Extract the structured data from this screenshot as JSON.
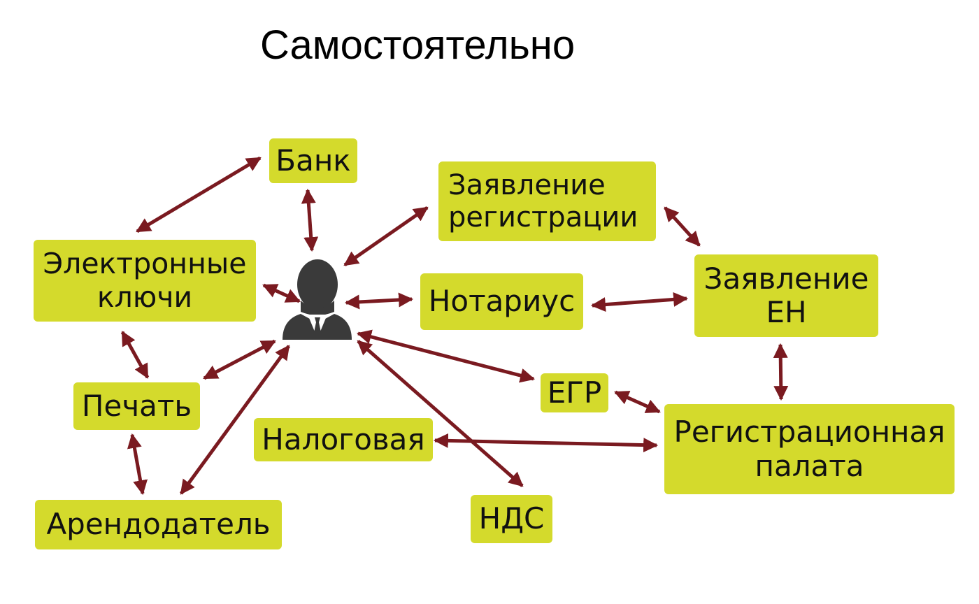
{
  "title": "Самостоятельно",
  "person_icon": "businessman-icon",
  "colors": {
    "box": "#d4da2c",
    "arrow": "#7a1a20",
    "person": "#3a3a3a"
  },
  "nodes": {
    "bank": "Банк",
    "electronic_keys": "Электронные\nключи",
    "registration_application": "Заявление\nрегистрации",
    "en_application": "Заявление\nЕН",
    "notary": "Нотариус",
    "stamp": "Печать",
    "egr": "ЕГР",
    "tax_office": "Налоговая",
    "registration_chamber": "Регистрационная\nпалата",
    "landlord": "Арендодатель",
    "vat": "НДС"
  },
  "connections": [
    [
      "bank",
      "electronic_keys"
    ],
    [
      "bank",
      "person"
    ],
    [
      "person",
      "registration_application"
    ],
    [
      "registration_application",
      "en_application"
    ],
    [
      "electronic_keys",
      "person"
    ],
    [
      "person",
      "notary"
    ],
    [
      "notary",
      "en_application"
    ],
    [
      "electronic_keys",
      "stamp"
    ],
    [
      "stamp",
      "person"
    ],
    [
      "stamp",
      "landlord"
    ],
    [
      "landlord",
      "person"
    ],
    [
      "person",
      "egr"
    ],
    [
      "egr",
      "registration_chamber"
    ],
    [
      "en_application",
      "registration_chamber"
    ],
    [
      "tax_office",
      "registration_chamber"
    ],
    [
      "person",
      "vat"
    ]
  ]
}
